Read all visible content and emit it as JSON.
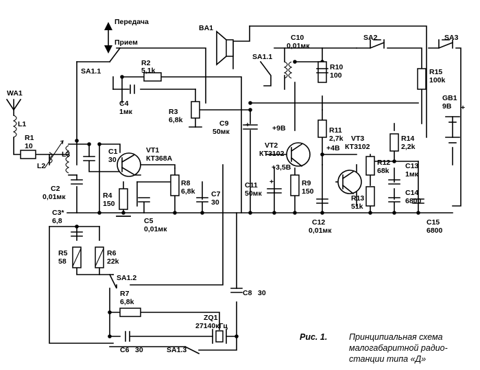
{
  "labels": {
    "peredacha": "Передача",
    "priem": "Прием",
    "ba1": "BA1",
    "sa1_1_top": "SA1.1",
    "sa1_1_left": "SA1.1",
    "c10": "C10",
    "c10_val": "0,01мк",
    "sa2": "SA2",
    "sa3": "SA3",
    "r2": "R2",
    "r2_val": "5,1k",
    "r10": "R10",
    "r10_val": "100",
    "r15": "R15",
    "r15_val": "100k",
    "gb1": "GB1",
    "gb1_val": "9В",
    "c4": "C4",
    "c4_val": "1мк",
    "r3": "R3",
    "r3_val": "6,8k",
    "c9": "C9",
    "c9_val": "50мк",
    "plus9": "+9В",
    "r11": "R11",
    "r11_val": "2,7k",
    "plus4": "+4В",
    "vt3": "VT3",
    "vt3_val": "КТ3102",
    "r14": "R14",
    "r14_val": "2,2k",
    "wa1": "WA1",
    "l1": "L1",
    "r1": "R1",
    "r1_val": "10",
    "l2": "L2",
    "l3": "L3",
    "c1": "C1",
    "c1_val": "30",
    "vt1": "VT1",
    "vt1_val": "КТ368А",
    "vt2": "VT2",
    "vt2_val": "КТ3102",
    "plus35": "+3,5В",
    "r12": "R12",
    "r12_val": "68k",
    "c13": "C13",
    "c13_val": "1мк",
    "c2": "C2",
    "c2_val": "0,01мк",
    "r4": "R4",
    "r4_val": "150",
    "r8": "R8",
    "r8_val": "6,8k",
    "c7": "C7",
    "c7_val": "30",
    "c11": "C11",
    "c11_val": "50мк",
    "r9": "R9",
    "r9_val": "150",
    "r13": "R13",
    "r13_val": "51k",
    "c14": "C14",
    "c14_val": "6800",
    "c5": "C5",
    "c5_val": "0,01мк",
    "c12": "C12",
    "c12_val": "0,01мк",
    "c15": "C15",
    "c15_val": "6800",
    "c3": "C3*",
    "c3_val": "6,8",
    "r5": "R5",
    "r5_val": "58",
    "r6": "R6",
    "r6_val": "22k",
    "sa1_2": "SA1.2",
    "c8": "C8",
    "c8_val": "30",
    "r7": "R7",
    "r7_val": "6,8k",
    "zq1": "ZQ1",
    "zq1_val": "27140кГц",
    "c6": "C6",
    "c6_val": "30",
    "sa1_3": "SA1.3",
    "plus": "+"
  },
  "caption": {
    "bold": "Рис. 1.",
    "line1": "Принципиальная схема",
    "line2": "малогабаритной радио-",
    "line3": "станции типа «Д»"
  }
}
